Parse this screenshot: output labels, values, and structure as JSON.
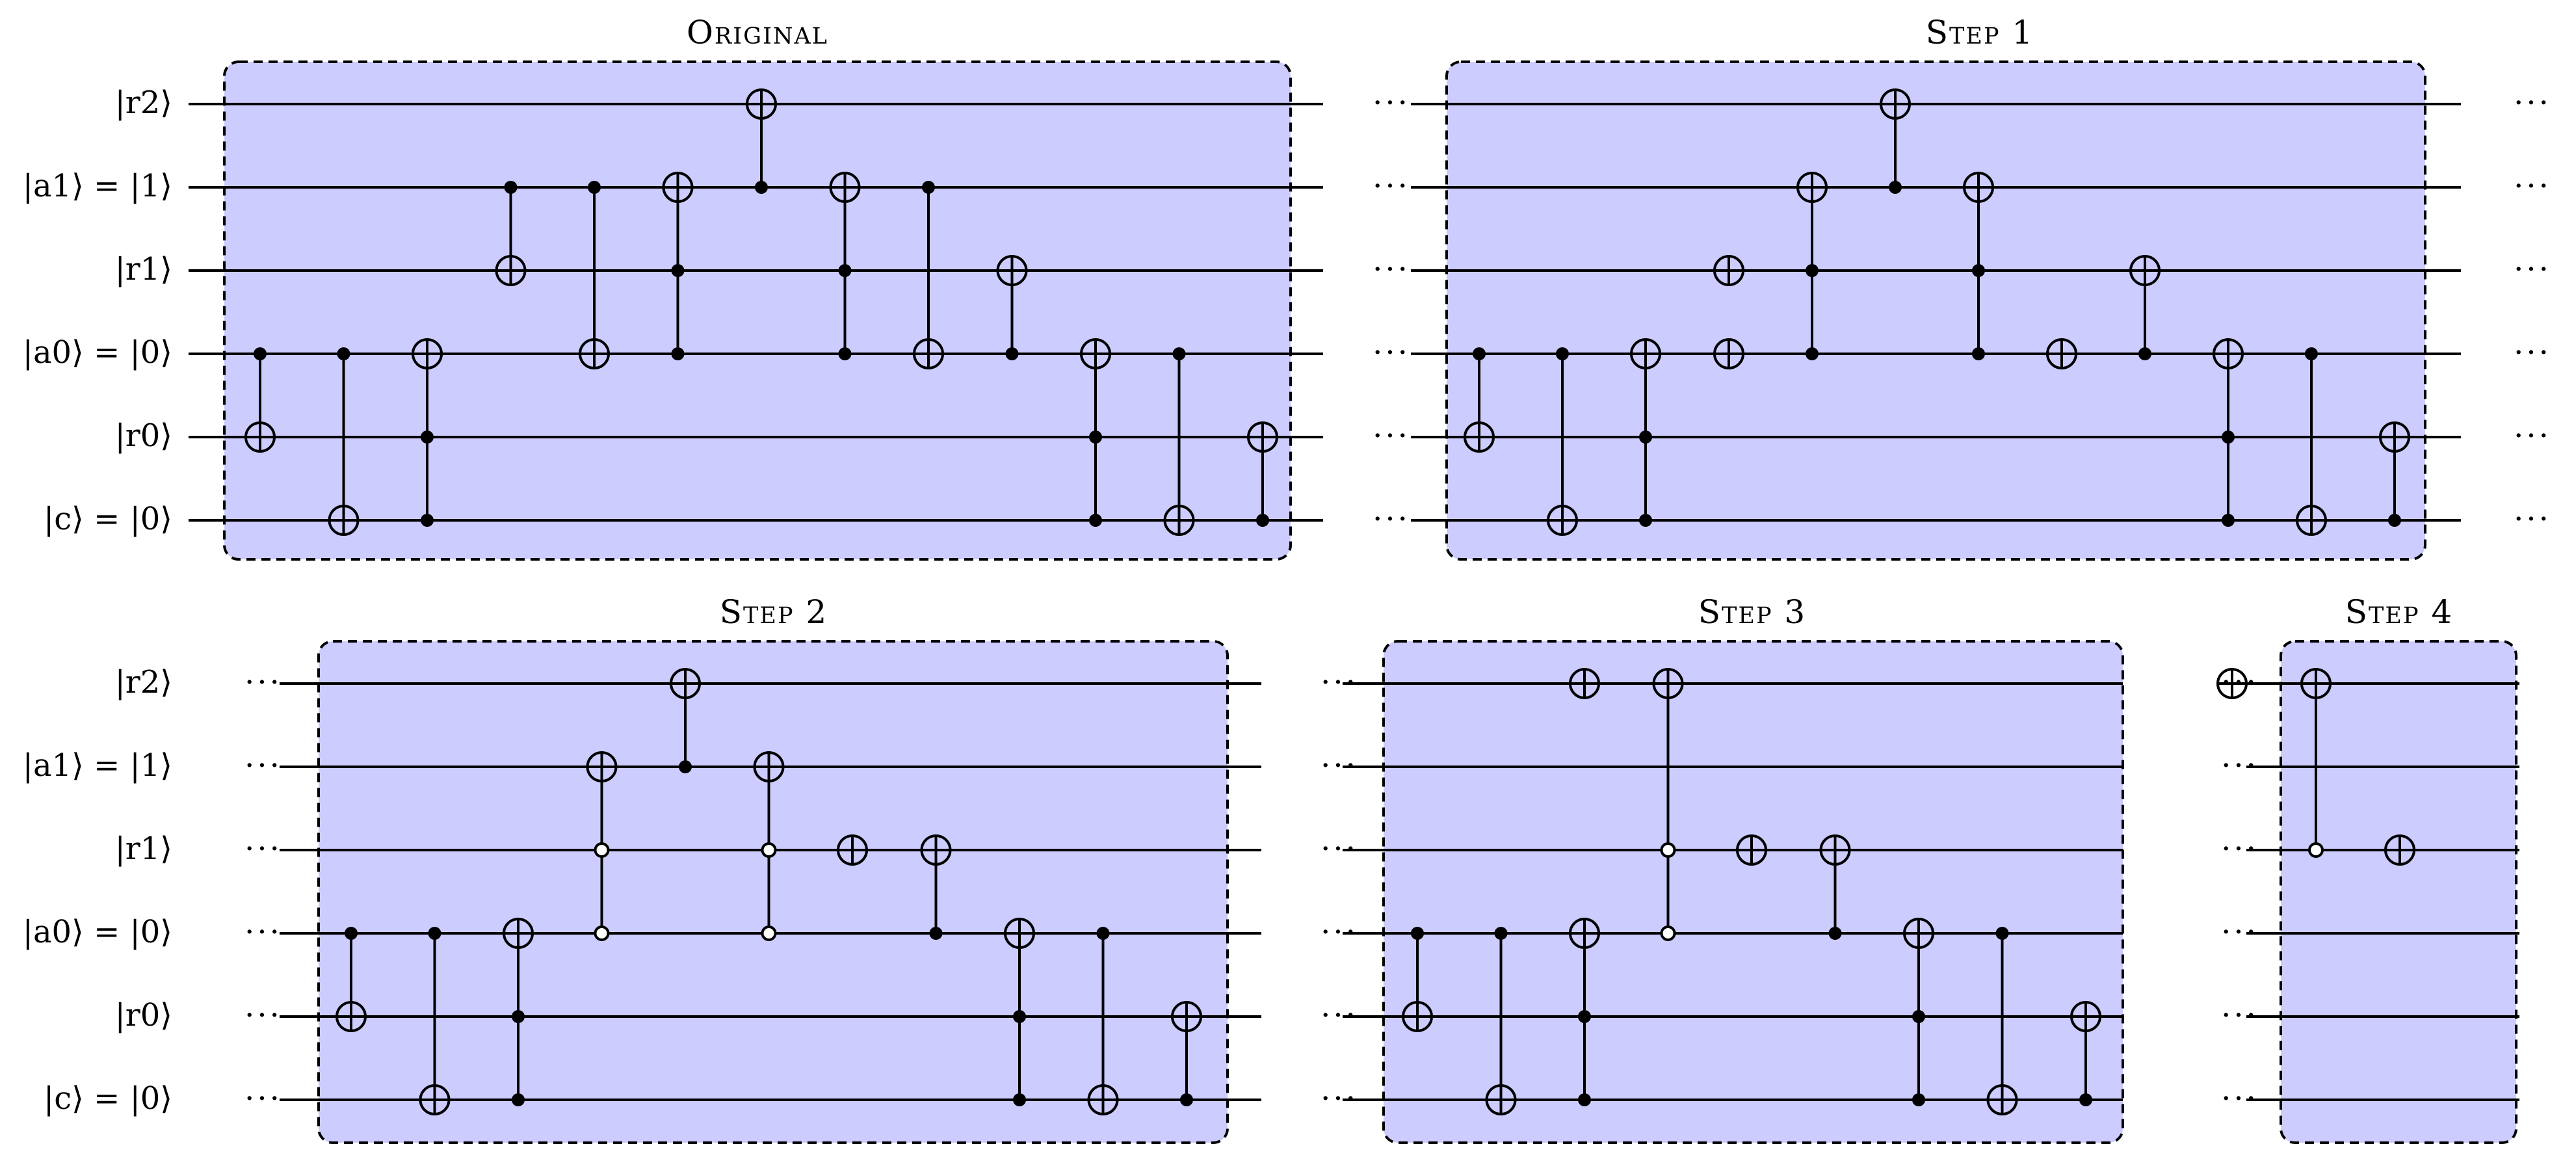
{
  "accent": {
    "panel_fill": "#ccccff",
    "line": "#000000",
    "background": "#ffffff"
  },
  "continuation_mark": "···",
  "panels": [
    {
      "title": "Original",
      "gates": [
        {
          "t": 1,
          "target": "r0",
          "controls": [
            "a0"
          ]
        },
        {
          "t": 2,
          "target": "c",
          "controls": [
            "a0"
          ]
        },
        {
          "t": 3,
          "target": "a0",
          "controls": [
            "c",
            "r0"
          ]
        },
        {
          "t": 4,
          "target": "r1",
          "controls": [
            "a1"
          ]
        },
        {
          "t": 5,
          "target": "a0",
          "controls": [
            "a1"
          ]
        },
        {
          "t": 6,
          "target": "a1",
          "controls": [
            "r1",
            "a0"
          ]
        },
        {
          "t": 7,
          "target": "r2",
          "controls": [
            "a1"
          ]
        },
        {
          "t": 8,
          "target": "a1",
          "controls": [
            "r1",
            "a0"
          ]
        },
        {
          "t": 9,
          "target": "a0",
          "controls": [
            "a1"
          ]
        },
        {
          "t": 10,
          "target": "r1",
          "controls": [
            "a0"
          ]
        },
        {
          "t": 11,
          "target": "a0",
          "controls": [
            "r0",
            "c"
          ]
        },
        {
          "t": 12,
          "target": "c",
          "controls": [
            "a0"
          ]
        },
        {
          "t": 13,
          "target": "r0",
          "controls": [
            "c"
          ]
        }
      ]
    },
    {
      "title": "Step 1",
      "gates": [
        {
          "t": 1,
          "target": "r0",
          "controls": [
            "a0"
          ]
        },
        {
          "t": 2,
          "target": "c",
          "controls": [
            "a0"
          ]
        },
        {
          "t": 3,
          "target": "a0",
          "controls": [
            "r0",
            "c"
          ]
        },
        {
          "t": 4,
          "target": "r1",
          "controls": []
        },
        {
          "t": 4,
          "target": "a0",
          "controls": []
        },
        {
          "t": 5,
          "target": "a1",
          "controls": [
            "r1",
            "a0"
          ]
        },
        {
          "t": 6,
          "target": "r2",
          "controls": [
            "a1"
          ]
        },
        {
          "t": 7,
          "target": "a1",
          "controls": [
            "r1",
            "a0"
          ]
        },
        {
          "t": 8,
          "target": "a0",
          "controls": []
        },
        {
          "t": 9,
          "target": "r1",
          "controls": [
            "a0"
          ]
        },
        {
          "t": 10,
          "target": "a0",
          "controls": [
            "r0",
            "c"
          ]
        },
        {
          "t": 11,
          "target": "c",
          "controls": [
            "a0"
          ]
        },
        {
          "t": 12,
          "target": "r0",
          "controls": [
            "c"
          ]
        }
      ]
    },
    {
      "title": "Step 2",
      "gates": [
        {
          "t": 1,
          "target": "r0",
          "controls": [
            "a0"
          ]
        },
        {
          "t": 2,
          "target": "c",
          "controls": [
            "a0"
          ]
        },
        {
          "t": 3,
          "target": "a0",
          "controls": [
            "r0",
            "c"
          ]
        },
        {
          "t": 4,
          "target": "a1",
          "controls": [
            "r1",
            "a0"
          ],
          "open": [
            "r1",
            "a0"
          ]
        },
        {
          "t": 5,
          "target": "r2",
          "controls": [
            "a1"
          ]
        },
        {
          "t": 6,
          "target": "a1",
          "controls": [
            "r1",
            "a0"
          ],
          "open": [
            "r1",
            "a0"
          ]
        },
        {
          "t": 7,
          "target": "r1",
          "controls": []
        },
        {
          "t": 8,
          "target": "r1",
          "controls": [
            "a0"
          ]
        },
        {
          "t": 9,
          "target": "a0",
          "controls": [
            "r0",
            "c"
          ]
        },
        {
          "t": 10,
          "target": "c",
          "controls": [
            "a0"
          ]
        },
        {
          "t": 11,
          "target": "r0",
          "controls": [
            "c"
          ]
        }
      ]
    },
    {
      "title": "Step 3",
      "gates": [
        {
          "t": 1,
          "target": "r0",
          "controls": [
            "a0"
          ]
        },
        {
          "t": 2,
          "target": "c",
          "controls": [
            "a0"
          ]
        },
        {
          "t": 3,
          "target": "r2",
          "controls": []
        },
        {
          "t": 3,
          "target": "a0",
          "controls": [
            "r0",
            "c"
          ]
        },
        {
          "t": 4,
          "target": "r2",
          "controls": [
            "r1",
            "a0"
          ],
          "open": [
            "r1",
            "a0"
          ]
        },
        {
          "t": 5,
          "target": "r1",
          "controls": []
        },
        {
          "t": 6,
          "target": "r1",
          "controls": [
            "a0"
          ]
        },
        {
          "t": 7,
          "target": "a0",
          "controls": [
            "r0",
            "c"
          ]
        },
        {
          "t": 8,
          "target": "c",
          "controls": [
            "a0"
          ]
        },
        {
          "t": 9,
          "target": "r0",
          "controls": [
            "c"
          ]
        }
      ]
    },
    {
      "title": "Step 4",
      "gates": [
        {
          "t": 1,
          "target": "r2",
          "controls": []
        },
        {
          "t": 2,
          "target": "r2",
          "controls": [
            "r1"
          ],
          "open": [
            "r1"
          ]
        },
        {
          "t": 3,
          "target": "r1",
          "controls": []
        }
      ]
    }
  ],
  "wire_order": [
    "r2",
    "a1",
    "r1",
    "a0",
    "r0",
    "c"
  ],
  "wire_labels": {
    "r2": "|r2⟩",
    "a1": "|a1⟩ = |1⟩",
    "r1": "|r1⟩",
    "a0": "|a0⟩ = |0⟩",
    "r0": "|r0⟩",
    "c": "|c⟩ = |0⟩"
  }
}
